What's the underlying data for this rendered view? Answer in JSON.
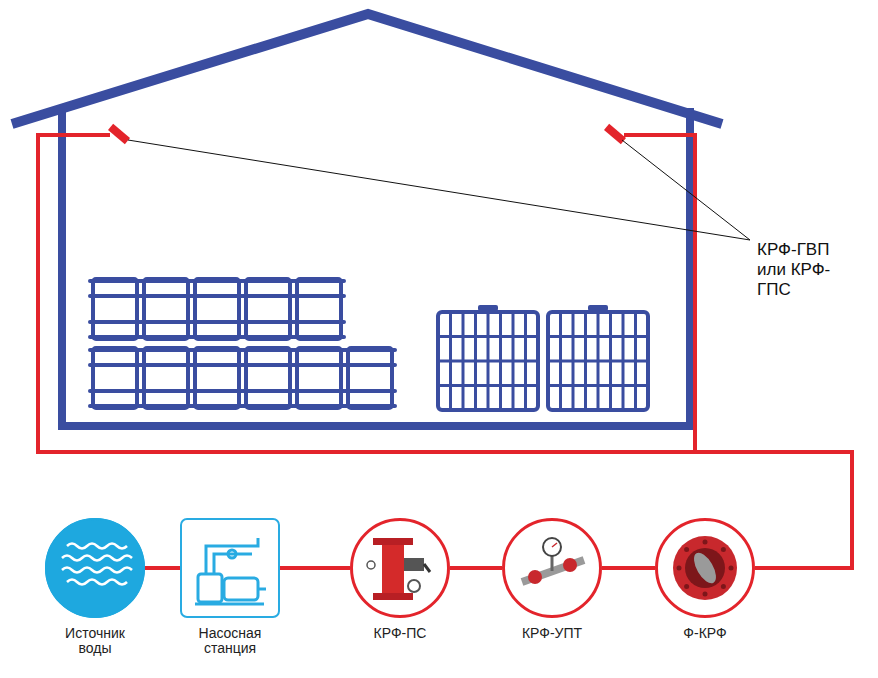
{
  "diagram": {
    "nodes": [
      {
        "text": [
          "Источник воды"
        ]
      },
      {
        "text": [
          "Насосная станция"
        ]
      },
      {
        "text": [
          "КРФ-ПС"
        ]
      },
      {
        "text": [
          "КРФ-УПТ"
        ]
      },
      {
        "text": [
          "Ф-КРФ"
        ]
      }
    ],
    "edges": [
      {
        "from": 0,
        "to": 1,
        "arrow": "none"
      },
      {
        "from": 1,
        "to": 2,
        "arrow": "none"
      },
      {
        "from": 2,
        "to": 3,
        "arrow": "none"
      },
      {
        "from": 3,
        "to": 4,
        "arrow": "none"
      }
    ],
    "labels": [
      "КРФ-ГВП или КРФ-ГПС"
    ]
  }
}
